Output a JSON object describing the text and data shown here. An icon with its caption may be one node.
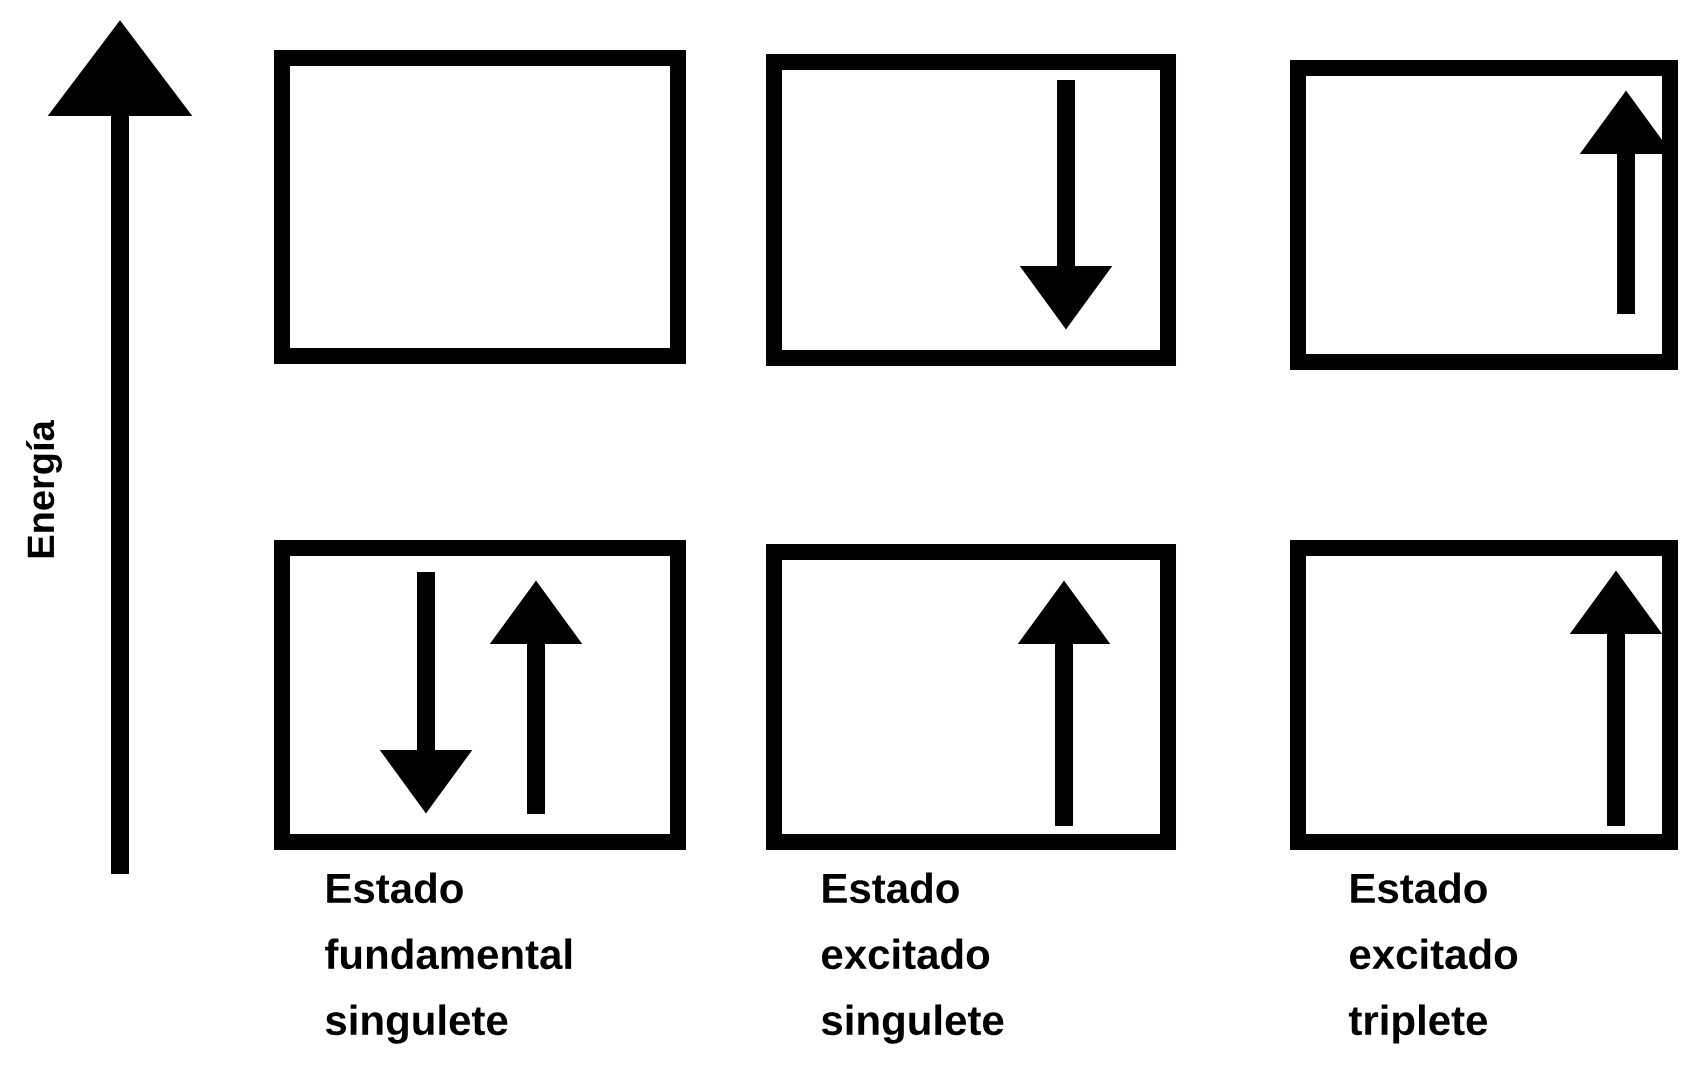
{
  "diagram": {
    "nodes": [
      {
        "text": [],
        "shape": "box"
      },
      {
        "text": [],
        "shape": "box"
      },
      {
        "text": [],
        "shape": "box"
      },
      {
        "text": [],
        "shape": "box",
        "beside": [
          "Estado fundamental singulete"
        ]
      },
      {
        "text": [],
        "shape": "box",
        "beside": [
          "Estado excitado singulete"
        ]
      },
      {
        "text": [],
        "shape": "box",
        "beside": [
          "Estado excitado triplete"
        ]
      }
    ],
    "labels": [
      "Energía"
    ]
  }
}
